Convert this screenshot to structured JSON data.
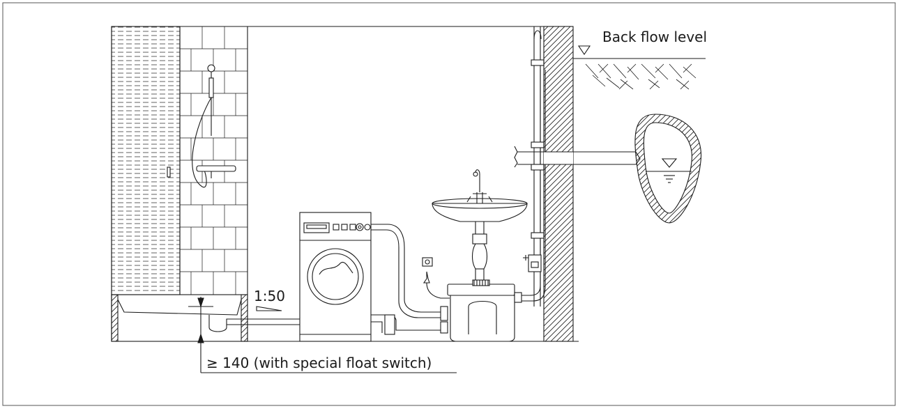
{
  "labels": {
    "back_flow": "Back flow level",
    "slope": "1:50",
    "clearance": "≥ 140 (with special float switch)"
  },
  "colors": {
    "line": "#1a1a1a",
    "frame": "#555555",
    "background": "#ffffff"
  }
}
